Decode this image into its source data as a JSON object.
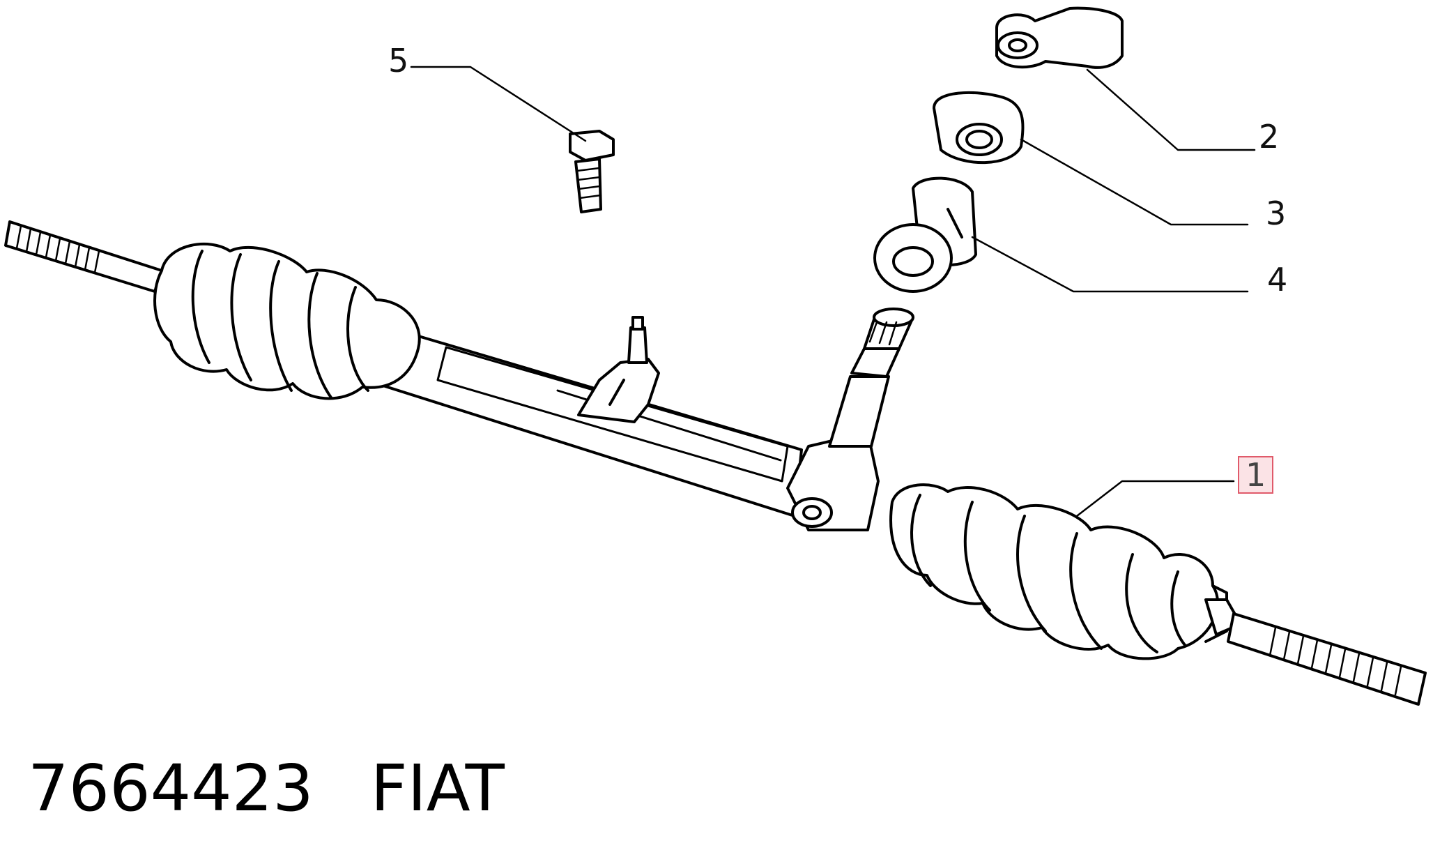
{
  "callouts": [
    {
      "id": "1",
      "label": "1",
      "highlighted": true
    },
    {
      "id": "2",
      "label": "2",
      "highlighted": false
    },
    {
      "id": "3",
      "label": "3",
      "highlighted": false
    },
    {
      "id": "4",
      "label": "4",
      "highlighted": false
    },
    {
      "id": "5",
      "label": "5",
      "highlighted": false
    }
  ],
  "footer": {
    "part_number": "7664423",
    "brand": "FIAT"
  },
  "colors": {
    "line": "#000000",
    "highlight_border": "#e05a6a",
    "highlight_fill": "#fbe3e6"
  }
}
